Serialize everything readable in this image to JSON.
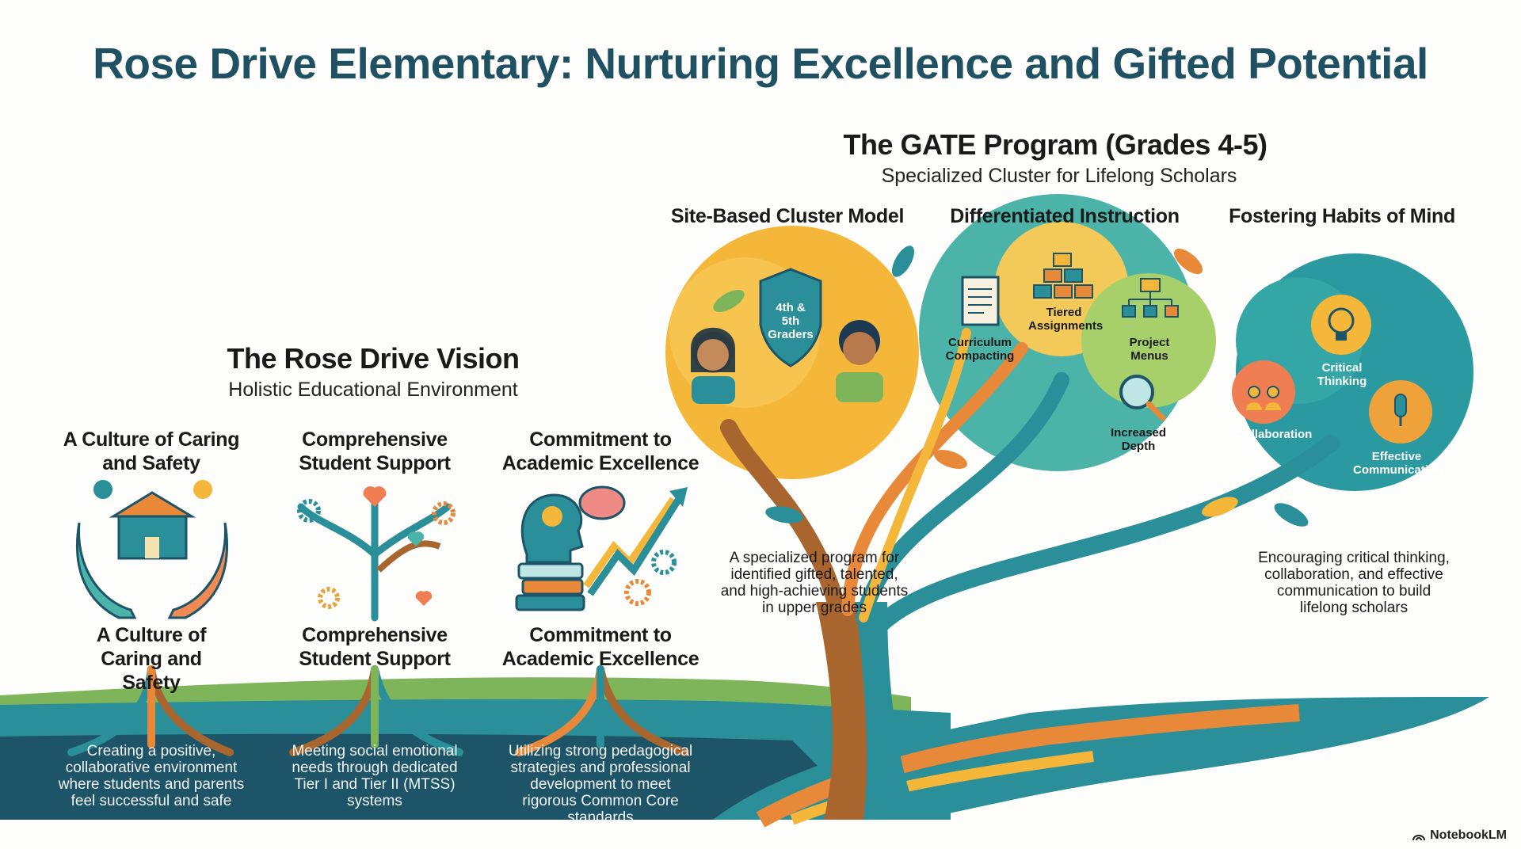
{
  "title": "Rose Drive Elementary: Nurturing Excellence and Gifted Potential",
  "vision": {
    "title": "The Rose Drive Vision",
    "subtitle": "Holistic Educational Environment",
    "pillars": [
      {
        "heading": "A Culture of Caring and Safety",
        "root_label": "A Culture of Caring and Safety",
        "description": "Creating a positive, collaborative environment where students and parents feel successful and safe",
        "icon": "hands-holding-school-icon"
      },
      {
        "heading": "Comprehensive Student Support",
        "root_label": "Comprehensive Student Support",
        "description": "Meeting social emotional needs through dedicated Tier I and Tier II (MTSS) systems",
        "icon": "tree-hearts-gears-icon"
      },
      {
        "heading": "Commitment to Academic Excellence",
        "root_label": "Commitment to Academic Excellence",
        "description": "Utilizing strong pedagogical strategies and professional development to meet rigorous Common Core standards",
        "icon": "head-books-growth-arrow-icon"
      }
    ]
  },
  "gate": {
    "title": "The GATE Program (Grades 4-5)",
    "subtitle": "Specialized Cluster for Lifelong Scholars",
    "branches": [
      {
        "heading": "Site-Based Cluster Model",
        "items": [
          "4th & 5th Graders"
        ]
      },
      {
        "heading": "Differentiated Instruction",
        "items": [
          "Curriculum Compacting",
          "Tiered Assignments",
          "Project Menus",
          "Increased Depth"
        ]
      },
      {
        "heading": "Fostering Habits of Mind",
        "items": [
          "Critical Thinking",
          "Collaboration",
          "Effective Communication"
        ]
      }
    ],
    "left_description": "A specialized program for identified gifted, talented, and high-achieving students in upper grades",
    "right_description": "Encouraging critical thinking, collaboration, and effective communication to build lifelong scholars"
  },
  "watermark": "NotebookLM",
  "colors": {
    "title": "#1f5162",
    "teal": "#2a8f98",
    "dark_teal": "#1d5468",
    "orange": "#e8893a",
    "yellow": "#f4b73a",
    "green": "#7fb55a",
    "brown": "#a8662e"
  }
}
